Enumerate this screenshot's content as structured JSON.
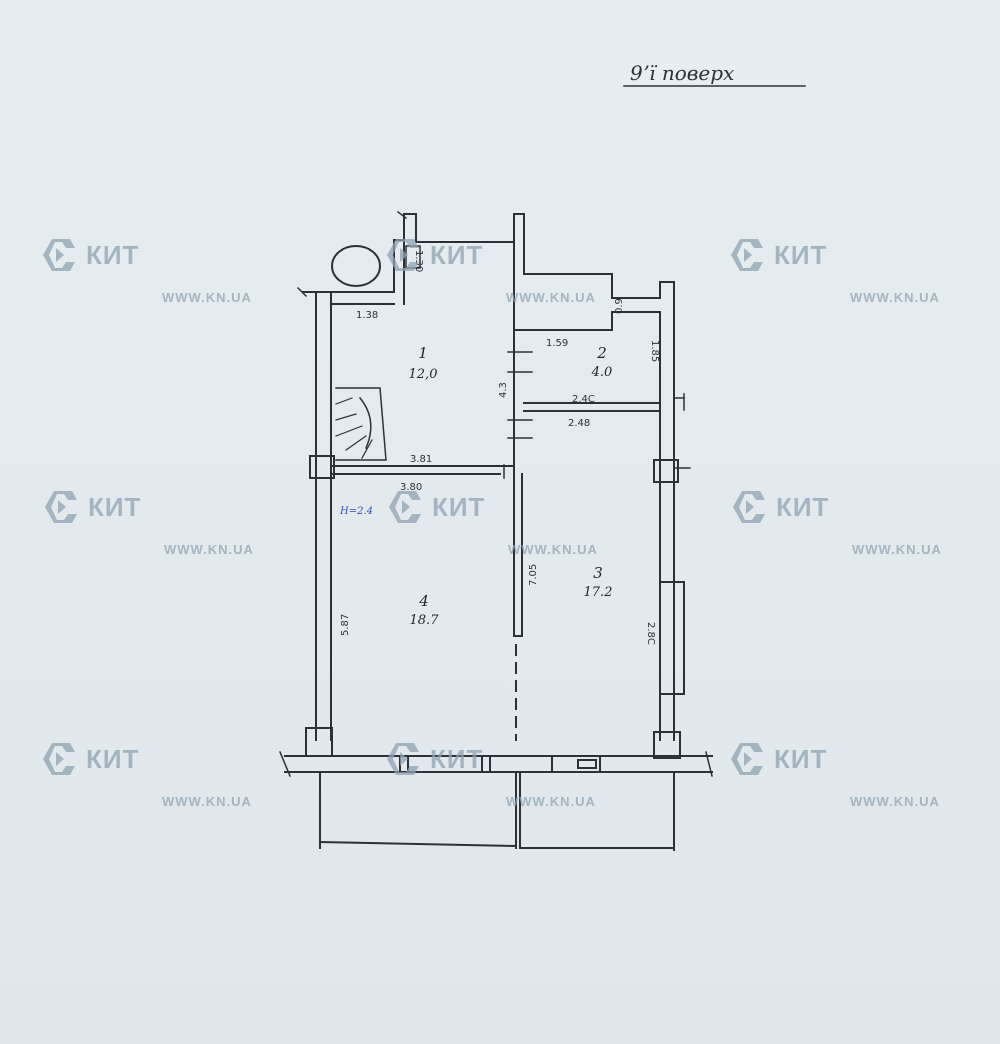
{
  "sheet": {
    "heading": "9ʼї поверх"
  },
  "rooms": [
    {
      "number": "1",
      "area": "12,0"
    },
    {
      "number": "2",
      "area": "4.0"
    },
    {
      "number": "3",
      "area": "17.2"
    },
    {
      "number": "4",
      "area": "18.7"
    }
  ],
  "dimensions": {
    "d1": "1.38",
    "d2": "1.59",
    "d3": "1.85",
    "d4": "2.4С",
    "d5": "2.48",
    "d6": "4.3",
    "d7": "3.81",
    "d8": "3.80",
    "d9": "7.05",
    "d10": "5.87",
    "d11": "2.8С",
    "d12": "1.30",
    "d13": "0.9"
  },
  "height_note": "Н=2.4",
  "watermark": {
    "brand": "КИТ",
    "url": "WWW.KN.UA"
  },
  "colors": {
    "paper": "#e3ebef",
    "ink": "#2c3138",
    "blue_ink": "#3a4fb0",
    "watermark": "#8fa3b3"
  }
}
